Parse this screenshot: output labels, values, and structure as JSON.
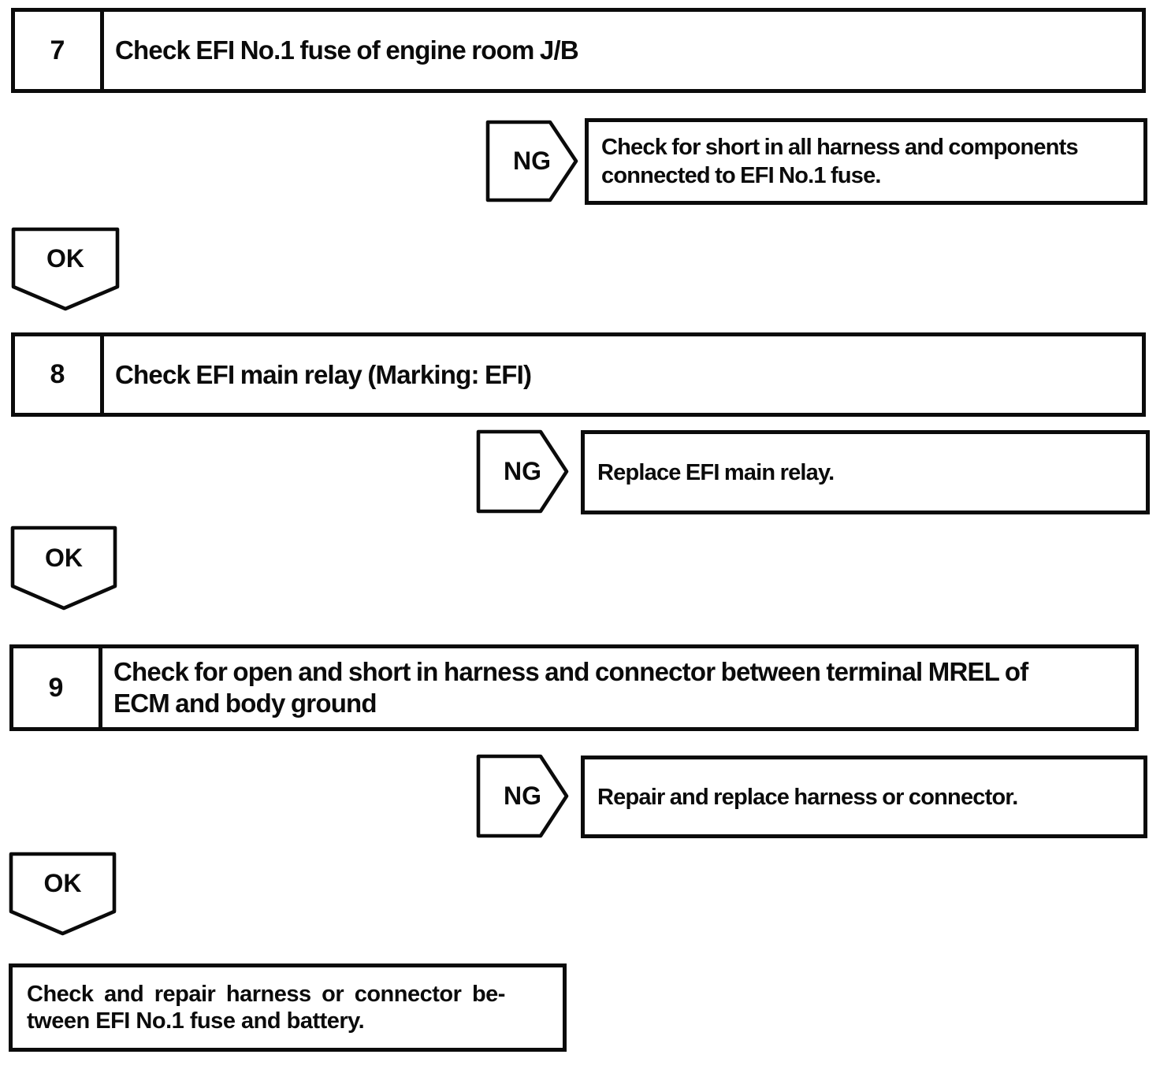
{
  "page": {
    "background": "#ffffff",
    "ink": "#0b0b0b"
  },
  "steps": [
    {
      "number": "7",
      "title": "Check EFI No.1 fuse of engine room J/B",
      "ng": {
        "label": "NG",
        "action": "Check for short in all harness and components\nconnected to EFI No.1 fuse."
      },
      "ok": {
        "label": "OK"
      }
    },
    {
      "number": "8",
      "title": "Check EFI main relay (Marking: EFI)",
      "ng": {
        "label": "NG",
        "action": "Replace EFI main relay."
      },
      "ok": {
        "label": "OK"
      }
    },
    {
      "number": "9",
      "title": "Check for open and short in harness and connector between terminal MREL of\nECM and body ground",
      "ng": {
        "label": "NG",
        "action": "Repair and replace harness or connector."
      },
      "ok": {
        "label": "OK"
      }
    }
  ],
  "result": {
    "lines": [
      "Check and repair harness or connector be-",
      "tween EFI No.1 fuse and battery."
    ]
  }
}
